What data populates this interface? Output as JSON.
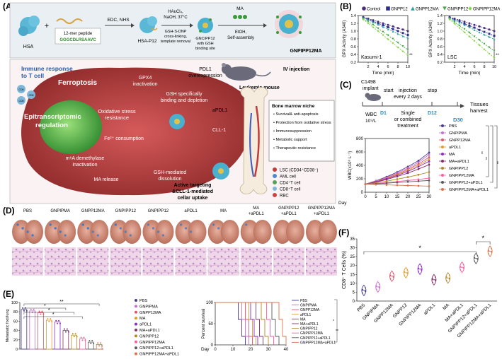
{
  "panel_labels": [
    "(A)",
    "(B)",
    "(C)",
    "(D)",
    "(E)",
    "(F)"
  ],
  "colors": {
    "control": "#4a2c7a",
    "gnpp12": "#2d2d8f",
    "gnpp12ma": "#2f9ea0",
    "gnpip12": "#4aa84a",
    "gnpip12ma": "#8ad24a",
    "tumor": "#a33a3a",
    "hsa": "#5bb7d6",
    "legend": [
      "#4a3a8a",
      "#c86fd1",
      "#e0566a",
      "#e59a2a",
      "#8c2cc4",
      "#8a2f6a",
      "#b08a2a",
      "#ff5aa0",
      "#5a5a5a",
      "#d9734a"
    ]
  },
  "panelA": {
    "synthesis": {
      "hsa": "HSA",
      "peptide": "12-mer peptide",
      "peptide_seq": "GGGCDLRSAAVC",
      "step1": "EDC, NHS",
      "hsa_p12": "HSA-P12",
      "step2_lines": [
        "HAuCl₄,",
        "NaOH, 37°C"
      ],
      "step3_lines": [
        "GSH-S-DNP",
        "cross-linking,",
        "template removal"
      ],
      "gncipp12_lines": [
        "GNCIPP12",
        "with GSH",
        "binding site"
      ],
      "step4_lines": [
        "MA",
        "EtOH,",
        "Self-assembly"
      ],
      "product": "GNPIPP12MA"
    },
    "mechanism": {
      "immune": "Immune response",
      "to_t": "to T cell",
      "ferroptosis": "Ferroptosis",
      "gpx4": [
        "GPX4",
        "inactivation"
      ],
      "gsh": [
        "GSH specifically",
        "binding and depletion"
      ],
      "pdl1": [
        "PDL1",
        "overexpression"
      ],
      "epi": [
        "Epitranscriptomic",
        "regulation"
      ],
      "oxidative": [
        "Oxidative stress",
        "resistance"
      ],
      "fe": "Fe²⁺ consumption",
      "m6a": [
        "m⁶A demethylase",
        "inactivation"
      ],
      "ma_release": "MA release",
      "gsh_diss": [
        "GSH-mediated",
        "dissolution"
      ],
      "active": [
        "Active targeting",
        "&CLL-1-mediated",
        "cellar uptake"
      ],
      "cll1": "CLL-1",
      "apdl1": "aPDL1",
      "cd8": [
        "CD8",
        "CD8",
        "CD8"
      ],
      "iv": "IV injection",
      "mouse": "Leukemia mouse"
    },
    "niche": {
      "title": "Bone marrow niche",
      "items": [
        "Survival& anti-apoptosis",
        "Protection from oxidative stress",
        "Immunosuppression",
        "Metabolic support",
        "Therapeutic resistance"
      ]
    },
    "cells": [
      {
        "label": "LSC (CD34⁺CD38⁻)",
        "color": "#c23a3a"
      },
      {
        "label": "AML cell",
        "color": "#4a8ac9"
      },
      {
        "label": "CD4⁺T cell",
        "color": "#5aa05a"
      },
      {
        "label": "CD8⁺T cell",
        "color": "#7fb7d9"
      },
      {
        "label": "RBC",
        "color": "#d04040"
      }
    ]
  },
  "chart_data": [
    {
      "type": "line",
      "panel": "B-left",
      "annotation": "Kasumi-1",
      "xlabel": "Time (min)",
      "ylabel": "GPX Activity (A340)",
      "xlim": [
        0,
        10
      ],
      "ylim": [
        0.2,
        1.4
      ],
      "xticks": [
        2,
        4,
        6,
        8,
        10
      ],
      "yticks": [
        0.2,
        0.4,
        0.6,
        0.8,
        1.0,
        1.2,
        1.4
      ],
      "x": [
        1,
        2,
        3,
        4,
        5,
        6,
        7,
        8,
        9,
        10
      ],
      "series": [
        {
          "name": "Control",
          "values": [
            1.36,
            1.32,
            1.28,
            1.24,
            1.2,
            1.16,
            1.12,
            1.08,
            1.04,
            1.0
          ]
        },
        {
          "name": "GNPP12",
          "values": [
            1.35,
            1.3,
            1.25,
            1.2,
            1.15,
            1.1,
            1.05,
            1.0,
            0.95,
            0.9
          ]
        },
        {
          "name": "GNPP12MA",
          "values": [
            1.34,
            1.29,
            1.23,
            1.17,
            1.11,
            1.05,
            0.99,
            0.93,
            0.87,
            0.82
          ]
        },
        {
          "name": "GNPIPP12",
          "values": [
            1.32,
            1.24,
            1.16,
            1.07,
            0.98,
            0.89,
            0.8,
            0.7,
            0.61,
            0.52
          ]
        },
        {
          "name": "GNPIPP12MA",
          "values": [
            1.3,
            1.2,
            1.1,
            1.0,
            0.9,
            0.79,
            0.69,
            0.58,
            0.48,
            0.38
          ]
        }
      ]
    },
    {
      "type": "line",
      "panel": "B-right",
      "annotation": "LSC",
      "xlabel": "Time (min)",
      "ylabel": "GPX Activity (A340)",
      "xlim": [
        0,
        10
      ],
      "ylim": [
        0.2,
        1.4
      ],
      "xticks": [
        2,
        4,
        6,
        8,
        10
      ],
      "yticks": [
        0.2,
        0.4,
        0.6,
        0.8,
        1.0,
        1.2,
        1.4
      ],
      "x": [
        1,
        2,
        3,
        4,
        5,
        6,
        7,
        8,
        9,
        10
      ],
      "series": [
        {
          "name": "Control",
          "values": [
            1.36,
            1.32,
            1.28,
            1.24,
            1.2,
            1.16,
            1.12,
            1.08,
            1.04,
            1.0
          ]
        },
        {
          "name": "GNPP12",
          "values": [
            1.35,
            1.3,
            1.25,
            1.19,
            1.14,
            1.09,
            1.03,
            0.98,
            0.93,
            0.88
          ]
        },
        {
          "name": "GNPP12MA",
          "values": [
            1.34,
            1.28,
            1.22,
            1.16,
            1.1,
            1.03,
            0.97,
            0.91,
            0.85,
            0.79
          ]
        },
        {
          "name": "GNPIPP12",
          "values": [
            1.32,
            1.23,
            1.14,
            1.05,
            0.96,
            0.86,
            0.77,
            0.67,
            0.58,
            0.49
          ]
        },
        {
          "name": "GNPIPP12MA",
          "values": [
            1.3,
            1.19,
            1.08,
            0.97,
            0.86,
            0.75,
            0.64,
            0.53,
            0.42,
            0.32
          ]
        }
      ]
    },
    {
      "type": "line",
      "panel": "C",
      "xlabel": "Day",
      "ylabel": "WBC(x10⁹ L⁻¹)",
      "xlim": [
        0,
        30
      ],
      "ylim": [
        0,
        800
      ],
      "xticks": [
        0,
        5,
        10,
        15,
        20,
        25,
        30
      ],
      "yticks": [
        0,
        200,
        400,
        600,
        800
      ],
      "x": [
        0,
        5,
        10,
        15,
        20,
        25,
        30
      ],
      "series": [
        {
          "name": "PBS",
          "values": [
            120,
            170,
            230,
            300,
            380,
            470,
            590
          ]
        },
        {
          "name": "GNPIPMA",
          "values": [
            120,
            165,
            220,
            285,
            360,
            445,
            560
          ]
        },
        {
          "name": "GNPP12MA",
          "values": [
            120,
            160,
            210,
            270,
            340,
            420,
            520
          ]
        },
        {
          "name": "aPDL1",
          "values": [
            120,
            160,
            205,
            260,
            325,
            400,
            490
          ]
        },
        {
          "name": "MA",
          "values": [
            120,
            155,
            200,
            250,
            310,
            380,
            460
          ]
        },
        {
          "name": "MA+aPDL1",
          "values": [
            120,
            150,
            190,
            235,
            285,
            345,
            410
          ]
        },
        {
          "name": "GNPIPP12",
          "values": [
            120,
            140,
            165,
            195,
            225,
            260,
            300
          ]
        },
        {
          "name": "GNPIPP12MA",
          "values": [
            120,
            130,
            145,
            160,
            175,
            190,
            210
          ]
        },
        {
          "name": "GNPIPP12+aPDL1",
          "values": [
            120,
            125,
            135,
            145,
            155,
            165,
            175
          ]
        },
        {
          "name": "GNPIPP12MA+aPDL1",
          "values": [
            120,
            115,
            110,
            105,
            100,
            95,
            90
          ]
        }
      ]
    },
    {
      "type": "bar",
      "panel": "E-left",
      "ylabel": "Metastatic foci/lung",
      "ylim": [
        0,
        100
      ],
      "yticks": [
        0,
        20,
        40,
        60,
        80,
        100
      ],
      "categories": [
        "PBS",
        "GNPIPMA",
        "GNPP12MA",
        "MA",
        "aPDL1",
        "MA+aPDL1",
        "GNPIPP12",
        "GNPIPP12MA",
        "GNPIPP12+aPDL1",
        "GNPIPP12MA+aPDL1"
      ],
      "values": [
        85,
        82,
        78,
        62,
        58,
        40,
        30,
        22,
        15,
        10
      ],
      "annotations": [
        "*",
        "*",
        "*",
        "**"
      ]
    },
    {
      "type": "line",
      "panel": "E-right",
      "xlabel": "Day",
      "ylabel": "Percent survival",
      "xlim": [
        0,
        40
      ],
      "ylim": [
        0,
        100
      ],
      "xticks": [
        0,
        10,
        20,
        30,
        40
      ],
      "yticks": [
        0,
        50,
        100
      ],
      "series": [
        {
          "name": "PBS",
          "end_day": 17
        },
        {
          "name": "GNPIPMA",
          "end_day": 19
        },
        {
          "name": "GNPP12MA",
          "end_day": 21
        },
        {
          "name": "aPDL1",
          "end_day": 23
        },
        {
          "name": "MA",
          "end_day": 24
        },
        {
          "name": "MA+aPDL1",
          "end_day": 27
        },
        {
          "name": "GNPIPP12",
          "end_day": 30
        },
        {
          "name": "GNPIPP12MA",
          "end_day": 33
        },
        {
          "name": "GNPIPP12+aPDL1",
          "end_day": 36
        },
        {
          "name": "GNPIPP12MA+aPDL1",
          "end_day": 40
        }
      ],
      "annotations": [
        "*",
        "**"
      ]
    },
    {
      "type": "scatter",
      "panel": "F",
      "ylabel": "CD8⁺ T Cells (%)",
      "ylim": [
        0,
        35
      ],
      "yticks": [
        0,
        5,
        10,
        15,
        20,
        25,
        30,
        35
      ],
      "categories": [
        "PBS",
        "GNPIPMA",
        "GNPP12MA",
        "GNPP12",
        "GNPIPP12MA",
        "aPDL1",
        "MA",
        "MA+aPDL1",
        "GNPIPP12+aPDL1",
        "GNPIPP12MA+aPDL1"
      ],
      "values": [
        6,
        8,
        14,
        16,
        18,
        12,
        13,
        19,
        24,
        28
      ],
      "annotations": [
        "*",
        "*"
      ]
    }
  ],
  "panelC_timeline": {
    "implant": [
      "C1498",
      "implant"
    ],
    "start": "start",
    "injection": [
      "injection",
      "every 2 days"
    ],
    "stop": "stop",
    "harvest": [
      "Tissues",
      "harvest"
    ],
    "wbc": [
      "WBC",
      "10⁹/L"
    ],
    "d1": "D1",
    "treatment": [
      "Single",
      "or combined",
      "treatment"
    ],
    "d12": "D12",
    "d30": "D30",
    "significance": [
      "**",
      "**",
      "**"
    ]
  },
  "panelD": {
    "groups": [
      "PBS",
      "GNPIPMA",
      "GNPP12MA",
      "GNPIPP12",
      "GNPIPP12",
      "aPDL1",
      "MA",
      "MA\n+aPDL1",
      "GNPIPP12\n+aPDL1",
      "GNPIPP12MA\n+aPDL1"
    ]
  },
  "panelB_legend": [
    "Control",
    "GNPP12",
    "GNPP12MA",
    "GNPIPP12",
    "GNPIPP12MA"
  ],
  "panelB_sig": [
    "**",
    "**"
  ]
}
